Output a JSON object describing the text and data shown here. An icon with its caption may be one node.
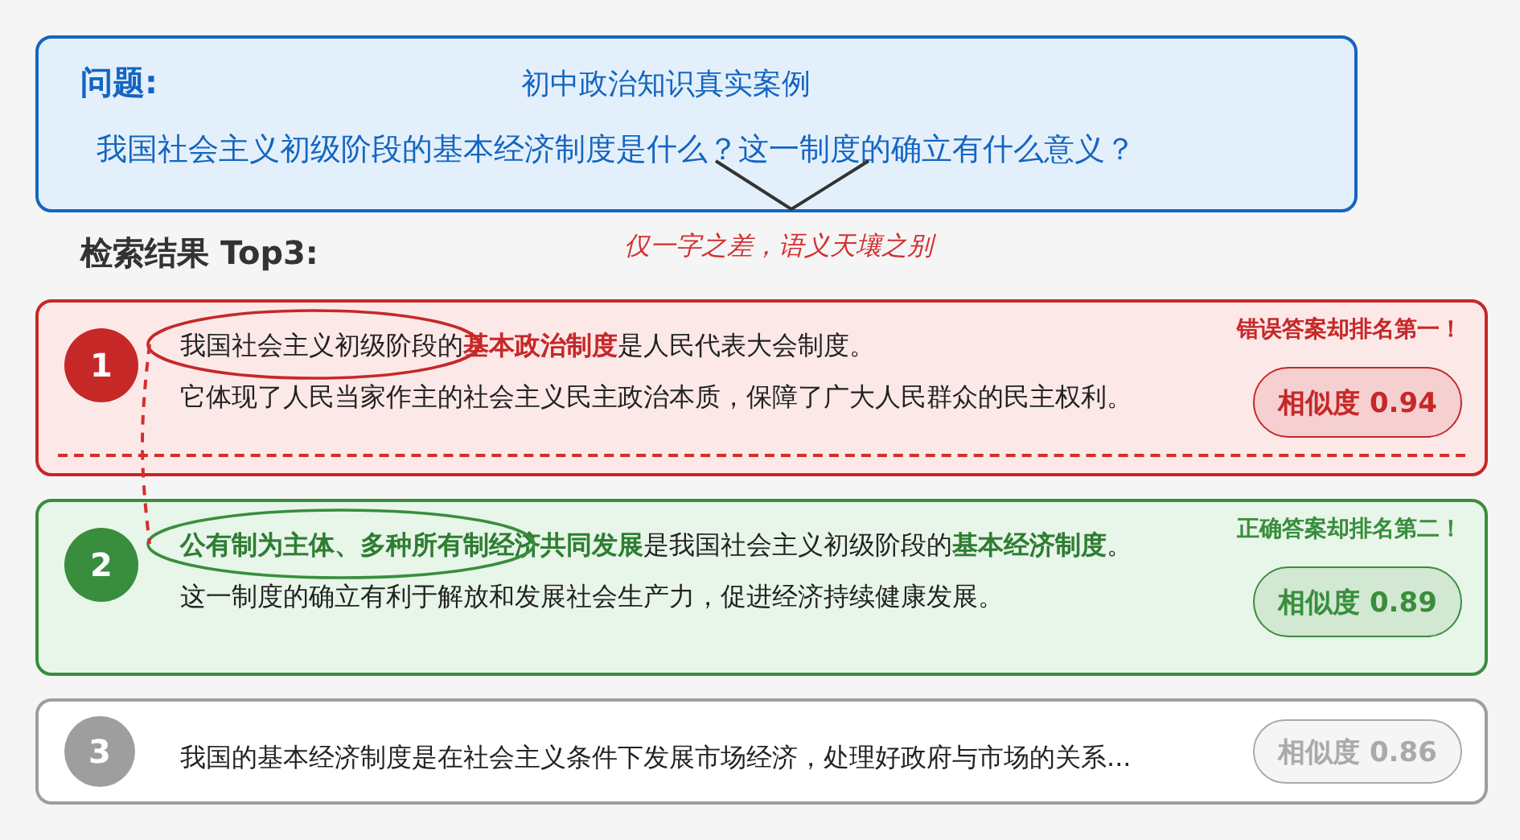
{
  "diagram": {
    "nodes": [
      {
        "text": [
          "问题:",
          "初中政治知识真实案例",
          "我国社会主义初级阶段的基本经济制度是什么？这一制度的确立有什么意义？"
        ]
      },
      {
        "text": [
          "我国社会主义初级阶段的**基本政治制度**是人民代表大会制度。",
          "它体现了人民当家作主的社会主义民主政治本质，保障了广大人民群众的民主权利。"
        ]
      },
      {
        "text": [
          "1"
        ],
        "in": 1
      },
      {
        "text": [
          "相似度 0.94"
        ],
        "in": 1,
        "beside": [
          "错误答案却排名第一！"
        ]
      },
      {
        "text": [],
        "shape": "ellipse",
        "in": 1
      },
      {
        "text": [
          "**公有制为主体、多种所有制经济共同发展**是我国社会主义初级阶段的**基本经济制度**。",
          "这一制度的确立有利于解放和发展社会生产力，促进经济持续健康发展。"
        ]
      },
      {
        "text": [
          "2"
        ],
        "in": 5
      },
      {
        "text": [
          "相似度 0.89"
        ],
        "in": 5,
        "beside": [
          "正确答案却排名第二！"
        ]
      },
      {
        "text": [],
        "shape": "ellipse",
        "in": 5
      },
      {
        "text": [
          "我国的基本经济制度是在社会主义条件下发展市场经济，处理好政府与市场的关系..."
        ]
      },
      {
        "text": [
          "3"
        ],
        "in": 9
      },
      {
        "text": [
          "相似度 0.86"
        ],
        "in": 9
      }
    ],
    "edges": [
      {
        "from": 4,
        "to": 8,
        "arrow": "none",
        "style": "dashed",
        "color": "#d32f2f"
      }
    ],
    "labels": [
      "检索结果 Top3:",
      "仅一字之差，语义天壤之别"
    ]
  }
}
